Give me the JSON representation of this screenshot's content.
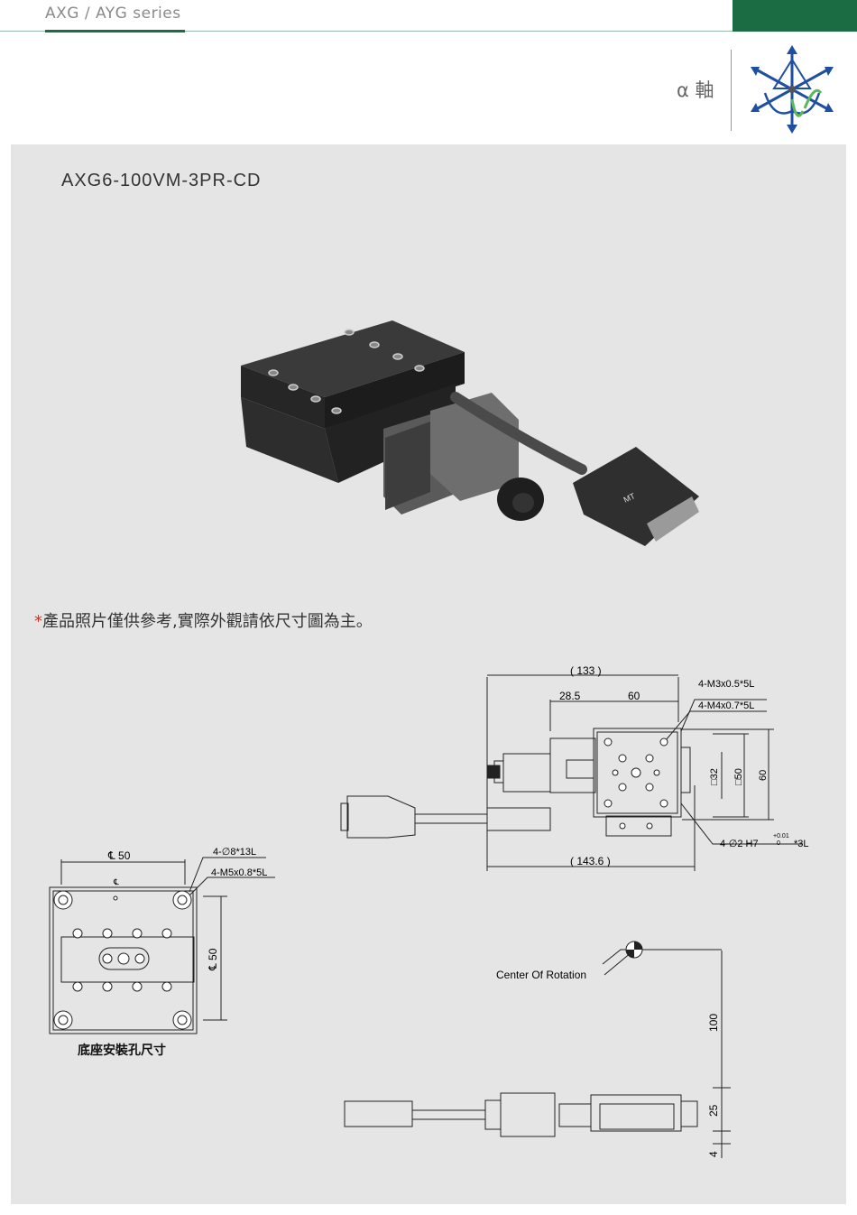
{
  "header": {
    "series": "AXG / AYG  series",
    "axis_label": "α 軸",
    "colors": {
      "brand_green": "#1b6b43",
      "panel_gray": "#e5e5e5",
      "note_star": "#c0392b"
    }
  },
  "product": {
    "model": "AXG6-100VM-3PR-CD",
    "photo_logo": "MT"
  },
  "note": {
    "star": "*",
    "text": "產品照片僅供參考,實際外觀請依尺寸圖為主。"
  },
  "top_drawing": {
    "dim_overall": "( 133 )",
    "dim_offset": "28.5",
    "dim_pitch": "60",
    "callout_1": "4-M3x0.5*5L",
    "callout_2": "4-M4x0.7*5L",
    "dim_sq32": "□32",
    "dim_sq50": "□50",
    "dim_60": "60",
    "dim_total": "( 143.6 )",
    "callout_pin_a": "4-∅2 H7",
    "callout_pin_tol_plus": "+0.01",
    "callout_pin_tol_zero": "0",
    "callout_pin_b": "*3L"
  },
  "base_drawing": {
    "dim_cl50_h": "℄ 50",
    "callout_1": "4-∅8*13L",
    "callout_2": "4-M5x0.8*5L",
    "cl_mark": "℄",
    "dim_cl50_v": "℄ 50",
    "caption": "底座安裝孔尺寸"
  },
  "side_drawing": {
    "center_label": "Center Of Rotation",
    "dim_100": "100",
    "dim_25": "25",
    "dim_4": "4"
  }
}
